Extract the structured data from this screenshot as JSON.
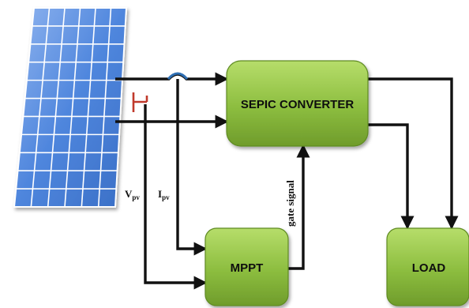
{
  "blocks": {
    "converter": "SEPIC CONVERTER",
    "mppt": "MPPT",
    "load": "LOAD"
  },
  "signals": {
    "voltage": {
      "base": "V",
      "sub": "pv"
    },
    "current": {
      "base": "I",
      "sub": "pv"
    },
    "gate": "gate signal"
  },
  "colors": {
    "block_fill": "#8cbd3f",
    "block_fill_light": "#b6dd6a",
    "block_fill_dark": "#6f9c2b",
    "block_border": "#5e8a22",
    "panel_cell": "#4f86dd",
    "panel_cell_light": "#8fb4ef",
    "panel_grid": "#ffffff",
    "voltage_sensor": "#c0392b",
    "current_sensor": "#2f6fb3",
    "wire": "#111111"
  },
  "icons": {
    "panel": "solar-panel-icon",
    "voltage_sensor": "voltage-sensor-icon",
    "current_sensor": "current-sensor-icon"
  }
}
